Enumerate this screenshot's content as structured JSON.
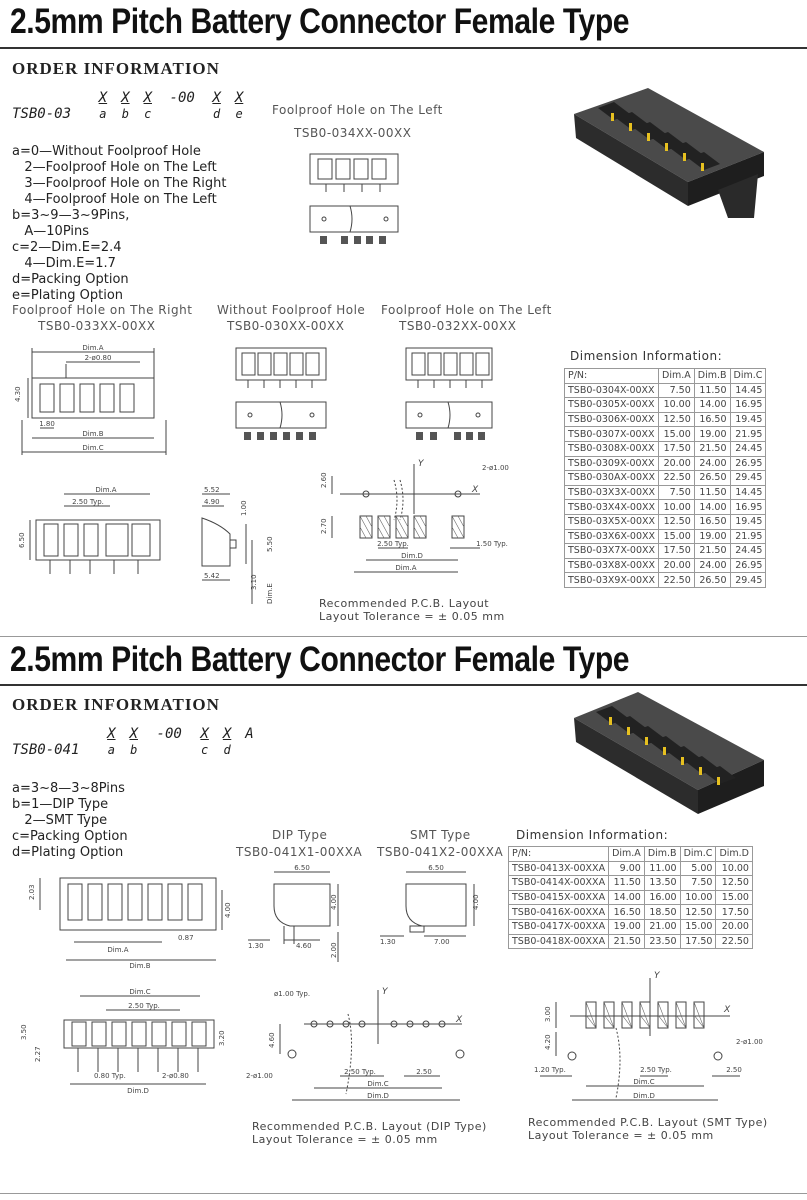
{
  "section1": {
    "title": "2.5mm Pitch Battery Connector Female Type",
    "order_heading": "ORDER INFORMATION",
    "part_number": {
      "prefix": "TSB0-03",
      "codes": [
        {
          "top": "X",
          "sub": "a"
        },
        {
          "top": "X",
          "sub": "b"
        },
        {
          "top": "X",
          "sub": "c"
        },
        {
          "top": "-00",
          "sub": ""
        },
        {
          "top": "X",
          "sub": "d"
        },
        {
          "top": "X",
          "sub": "e"
        }
      ]
    },
    "options": [
      "a=0—Without Foolproof Hole",
      "   2—Foolproof Hole on The Left",
      "   3—Foolproof Hole on The Right",
      "   4—Foolproof Hole on The Left",
      "b=3~9—3~9Pins,",
      "   A—10Pins",
      "c=2—Dim.E=2.4",
      "   4—Dim.E=1.7",
      "d=Packing Option",
      "e=Plating Option"
    ],
    "top_view": {
      "caption": "Foolproof Hole on The Left",
      "pn": "TSB0-034XX-00XX"
    },
    "views": [
      {
        "caption": "Foolproof Hole on The Right",
        "pn": "TSB0-033XX-00XX"
      },
      {
        "caption": "Without Foolproof Hole",
        "pn": "TSB0-030XX-00XX"
      },
      {
        "caption": "Foolproof Hole on The Left",
        "pn": "TSB0-032XX-00XX"
      }
    ],
    "dim_heading": "Dimension Information:",
    "table": {
      "header": [
        "P/N:",
        "Dim.A",
        "Dim.B",
        "Dim.C"
      ],
      "rows": [
        [
          "TSB0-0304X-00XX",
          "7.50",
          "11.50",
          "14.45"
        ],
        [
          "TSB0-0305X-00XX",
          "10.00",
          "14.00",
          "16.95"
        ],
        [
          "TSB0-0306X-00XX",
          "12.50",
          "16.50",
          "19.45"
        ],
        [
          "TSB0-0307X-00XX",
          "15.00",
          "19.00",
          "21.95"
        ],
        [
          "TSB0-0308X-00XX",
          "17.50",
          "21.50",
          "24.45"
        ],
        [
          "TSB0-0309X-00XX",
          "20.00",
          "24.00",
          "26.95"
        ],
        [
          "TSB0-030AX-00XX",
          "22.50",
          "26.50",
          "29.45"
        ],
        [
          "TSB0-03X3X-00XX",
          "7.50",
          "11.50",
          "14.45"
        ],
        [
          "TSB0-03X4X-00XX",
          "10.00",
          "14.00",
          "16.95"
        ],
        [
          "TSB0-03X5X-00XX",
          "12.50",
          "16.50",
          "19.45"
        ],
        [
          "TSB0-03X6X-00XX",
          "15.00",
          "19.00",
          "21.95"
        ],
        [
          "TSB0-03X7X-00XX",
          "17.50",
          "21.50",
          "24.45"
        ],
        [
          "TSB0-03X8X-00XX",
          "20.00",
          "24.00",
          "26.95"
        ],
        [
          "TSB0-03X9X-00XX",
          "22.50",
          "26.50",
          "29.45"
        ]
      ]
    },
    "dims": {
      "dimA": "Dim.A",
      "dimB": "Dim.B",
      "dimC": "Dim.C",
      "dimD": "Dim.D",
      "dimE": "Dim.E",
      "hole080": "2-ø0.80",
      "h430": "4.30",
      "w180": "1.80",
      "w250typ": "2.50 Typ.",
      "h650": "6.50",
      "w552": "5.52",
      "w490": "4.90",
      "h100": "1.00",
      "h550": "5.50",
      "w542": "5.42",
      "h310": "3.10",
      "y": "Y",
      "x": "X",
      "hole100": "2-ø1.00",
      "h260": "2.60",
      "h270": "2.70",
      "w250typ2": "2.50 Typ.",
      "w150typ": "1.50 Typ."
    },
    "layout_note": [
      "Recommended  P.C.B. Layout",
      "Layout Tolerance = ± 0.05 mm"
    ]
  },
  "section2": {
    "title": "2.5mm Pitch Battery Connector Female Type",
    "order_heading": "ORDER INFORMATION",
    "part_number": {
      "prefix": "TSB0-041",
      "codes": [
        {
          "top": "X",
          "sub": "a"
        },
        {
          "top": "X",
          "sub": "b"
        },
        {
          "top": "-00",
          "sub": ""
        },
        {
          "top": "X",
          "sub": "c"
        },
        {
          "top": "X",
          "sub": "d"
        },
        {
          "top": "A",
          "sub": ""
        }
      ]
    },
    "options": [
      "a=3~8—3~8Pins",
      "b=1—DIP Type",
      "   2—SMT Type",
      "c=Packing Option",
      "d=Plating Option"
    ],
    "views": [
      {
        "caption": "DIP Type",
        "pn": "TSB0-041X1-00XXA"
      },
      {
        "caption": "SMT Type",
        "pn": "TSB0-041X2-00XXA"
      }
    ],
    "dim_heading": "Dimension Information:",
    "table": {
      "header": [
        "P/N:",
        "Dim.A",
        "Dim.B",
        "Dim.C",
        "Dim.D"
      ],
      "rows": [
        [
          "TSB0-0413X-00XXA",
          "9.00",
          "11.00",
          "5.00",
          "10.00"
        ],
        [
          "TSB0-0414X-00XXA",
          "11.50",
          "13.50",
          "7.50",
          "12.50"
        ],
        [
          "TSB0-0415X-00XXA",
          "14.00",
          "16.00",
          "10.00",
          "15.00"
        ],
        [
          "TSB0-0416X-00XXA",
          "16.50",
          "18.50",
          "12.50",
          "17.50"
        ],
        [
          "TSB0-0417X-00XXA",
          "19.00",
          "21.00",
          "15.00",
          "20.00"
        ],
        [
          "TSB0-0418X-00XXA",
          "21.50",
          "23.50",
          "17.50",
          "22.50"
        ]
      ]
    },
    "dims": {
      "h203": "2.03",
      "h400": "4.00",
      "w087": "0.87",
      "dimA": "Dim.A",
      "dimB": "Dim.B",
      "dimC": "Dim.C",
      "dimD": "Dim.D",
      "w650": "6.50",
      "w130": "1.30",
      "w460": "4.60",
      "h200": "2.00",
      "w700": "7.00",
      "w250typ": "2.50 Typ.",
      "h350": "3.50",
      "h227": "2.27",
      "h320": "3.20",
      "w080typ": "0.80 Typ.",
      "hole080": "2-ø0.80",
      "hole100typ": "ø1.00 Typ.",
      "y": "Y",
      "x": "X",
      "h460": "4.60",
      "hole100": "2-ø1.00",
      "w250": "2.50",
      "h300": "3.00",
      "h420": "4.20",
      "w120typ": "1.20 Typ."
    },
    "layout_note_dip": [
      "Recommended  P.C.B. Layout (DIP Type)",
      "Layout Tolerance = ± 0.05 mm"
    ],
    "layout_note_smt": [
      "Recommended  P.C.B. Layout (SMT Type)",
      "Layout Tolerance = ± 0.05 mm"
    ]
  }
}
